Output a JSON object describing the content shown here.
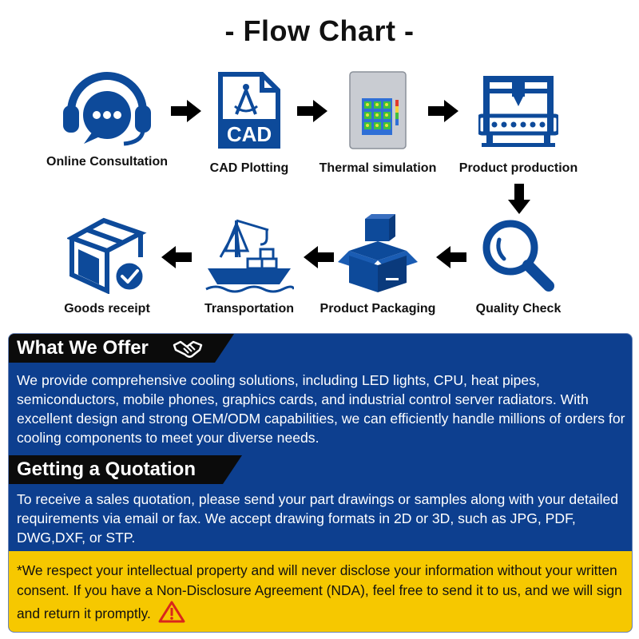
{
  "title": "-  Flow Chart  -",
  "steps": [
    {
      "label": "Online Consultation",
      "icon": "headset-chat-icon"
    },
    {
      "label": "CAD Plotting",
      "icon": "cad-file-icon"
    },
    {
      "label": "Thermal simulation",
      "icon": "thermal-simulation-image"
    },
    {
      "label": "Product production",
      "icon": "production-machine-icon"
    },
    {
      "label": "Quality Check",
      "icon": "magnifier-icon"
    },
    {
      "label": "Product Packaging",
      "icon": "open-box-icon"
    },
    {
      "label": "Transportation",
      "icon": "cargo-ship-icon"
    },
    {
      "label": "Goods receipt",
      "icon": "box-check-icon"
    }
  ],
  "cad_text": "CAD",
  "offer": {
    "heading": "What We Offer",
    "body": "We provide comprehensive cooling solutions, including LED lights, CPU, heat pipes, semiconductors, mobile phones, graphics cards, and industrial control server radiators. With excellent design and strong OEM/ODM capabilities, we can efficiently handle millions of orders for cooling components to meet your diverse needs."
  },
  "quote": {
    "heading": "Getting a Quotation",
    "body": "To receive a sales quotation, please send your part drawings or samples along with your detailed requirements via email or fax. We accept drawing formats in 2D or 3D, such as JPG, PDF, DWG,DXF, or STP."
  },
  "notice": "*We respect your intellectual property and will never disclose your information without your written consent. If you have a Non-Disclosure Agreement (NDA), feel free to send it to us, and we will sign and return it promptly.",
  "colors": {
    "icon_blue": "#0d4a9a",
    "panel_blue": "#0d3f8f",
    "notice_yellow": "#f6c800",
    "warning_red": "#d9261c"
  }
}
